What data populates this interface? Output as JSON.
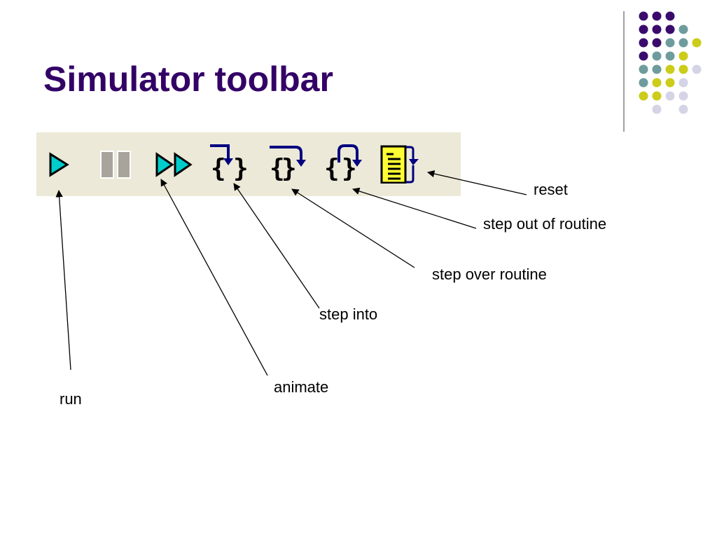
{
  "slide": {
    "title": "Simulator toolbar"
  },
  "colors": {
    "title": "#330066",
    "toolbar_bg": "#ECE9D8",
    "icon_cyan": "#00CCCC",
    "icon_navy": "#000080",
    "icon_gray": "#A8A49C",
    "icon_yellow": "#FFFF33",
    "dot_purple": "#3A0B6C",
    "dot_teal": "#6E9C9C",
    "dot_olive": "#CCCC1A",
    "dot_lavender": "#D4D4E6"
  },
  "toolbar": {
    "buttons": [
      {
        "icon": "run-icon"
      },
      {
        "icon": "pause-icon"
      },
      {
        "icon": "animate-icon"
      },
      {
        "icon": "step-into-icon"
      },
      {
        "icon": "step-over-icon"
      },
      {
        "icon": "step-out-icon"
      },
      {
        "icon": "reset-icon"
      }
    ]
  },
  "labels": {
    "reset": "reset",
    "step_out": "step out of routine",
    "step_over": "step over routine",
    "step_into": "step into",
    "animate": "animate",
    "run": "run"
  }
}
